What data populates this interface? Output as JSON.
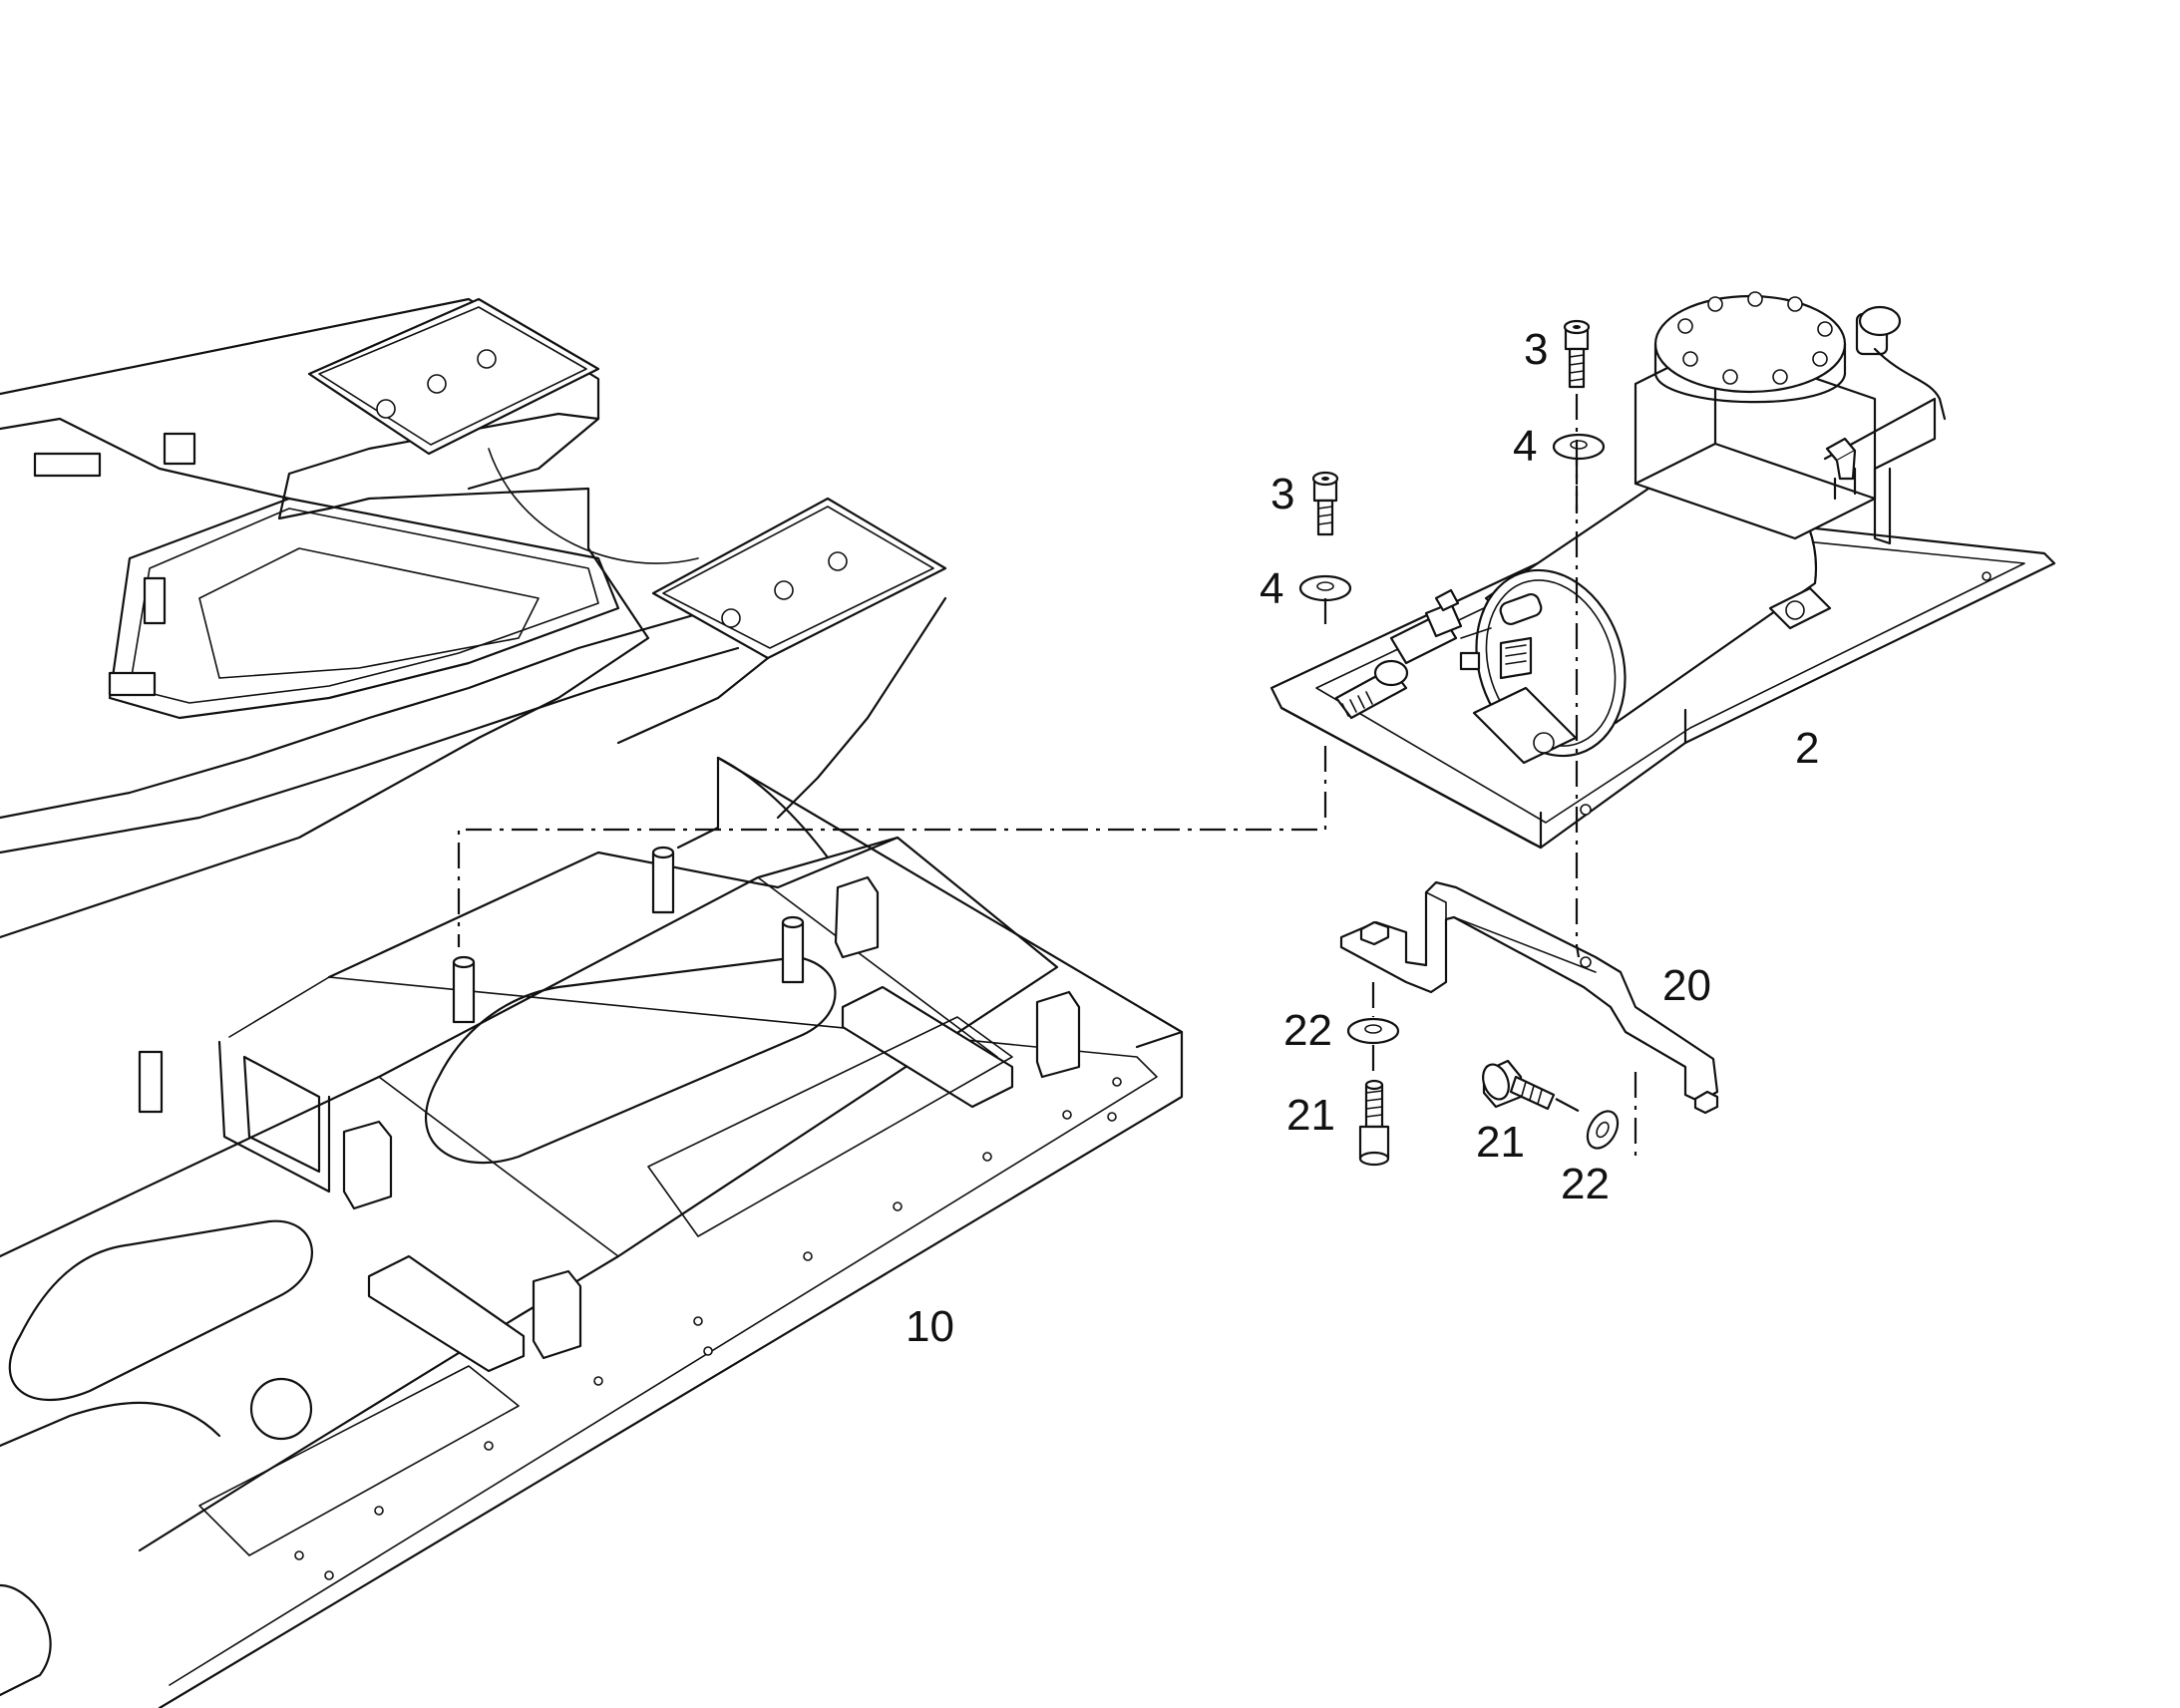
{
  "diagram": {
    "callouts": [
      {
        "id": "callout-2",
        "text": "2"
      },
      {
        "id": "callout-3a",
        "text": "3"
      },
      {
        "id": "callout-3b",
        "text": "3"
      },
      {
        "id": "callout-4a",
        "text": "4"
      },
      {
        "id": "callout-4b",
        "text": "4"
      },
      {
        "id": "callout-10",
        "text": "10"
      },
      {
        "id": "callout-20",
        "text": "20"
      },
      {
        "id": "callout-21a",
        "text": "21"
      },
      {
        "id": "callout-21b",
        "text": "21"
      },
      {
        "id": "callout-22a",
        "text": "22"
      },
      {
        "id": "callout-22b",
        "text": "22"
      }
    ],
    "parts": [
      {
        "callout": "2",
        "name": "compressor-assembly"
      },
      {
        "callout": "3",
        "name": "cap-screw"
      },
      {
        "callout": "4",
        "name": "washer"
      },
      {
        "callout": "10",
        "name": "machine-frame"
      },
      {
        "callout": "20",
        "name": "mounting-bracket"
      },
      {
        "callout": "21",
        "name": "cap-screw"
      },
      {
        "callout": "22",
        "name": "washer"
      }
    ]
  }
}
